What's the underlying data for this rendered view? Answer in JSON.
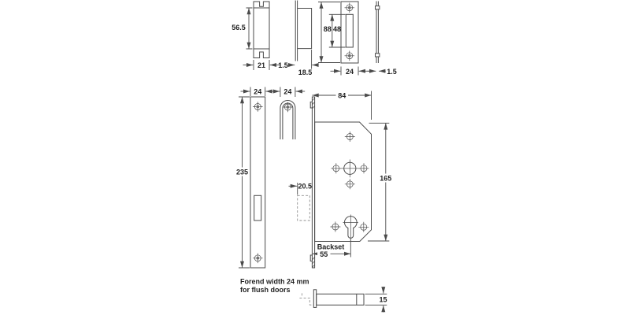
{
  "drawing": {
    "note": {
      "line1": "Forend width 24 mm",
      "line2": "for flush doors"
    },
    "dimensions": {
      "strike_box_height": "56.5",
      "strike_box_width": "21",
      "strike_box_plate_thickness": "1.5",
      "strike_box_depth": "18.5",
      "strike_plate_height": "88",
      "strike_plate_slot_height": "48",
      "strike_plate_width": "24",
      "strike_plate_thickness": "1.5",
      "forend_width": "24",
      "guide_width": "24",
      "case_width": "84",
      "forend_height": "235",
      "deadbolt_throw": "20.5",
      "case_height": "165",
      "backset_label": "Backset",
      "backset_value": "55",
      "bolt_height": "15"
    },
    "colors": {
      "line": "#4a4a4a",
      "text": "#1f1f1f",
      "background": "#ffffff",
      "dashed": "#8f8f8f"
    }
  }
}
